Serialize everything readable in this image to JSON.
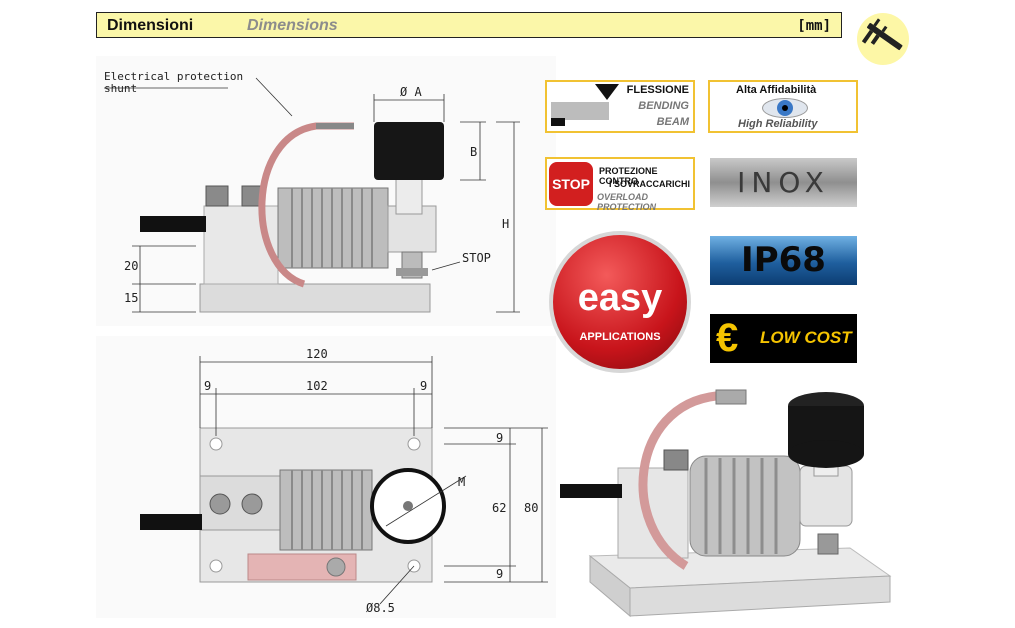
{
  "header": {
    "title_it": "Dimensioni",
    "title_en": "Dimensions",
    "unit": "[mm]"
  },
  "icons": {
    "caliper": "caliper-icon",
    "stop_sign": "stop-sign-icon",
    "eye": "eye-icon",
    "euro": "euro-icon"
  },
  "side_view": {
    "shunt_label_1": "Electrical protection",
    "shunt_label_2": "shunt",
    "dim_a": "Ø A",
    "dim_b": "B",
    "dim_h": "H",
    "dim_20": "20",
    "dim_15": "15",
    "stop": "STOP"
  },
  "top_view": {
    "dim_120": "120",
    "dim_102": "102",
    "dim_9_left": "9",
    "dim_9_right": "9",
    "dim_9_top": "9",
    "dim_62": "62",
    "dim_80": "80",
    "dim_9_bottom": "9",
    "dim_m": "M",
    "dim_hole": "Ø8.5"
  },
  "badges": {
    "bending_1": "FLESSIONE",
    "bending_2": "BENDING",
    "bending_3": "BEAM",
    "reliability_1": "Alta Affidabilità",
    "reliability_2": "High Reliability",
    "overload_1": "PROTEZIONE CONTRO",
    "overload_2": "I SOVRACCARICHI",
    "overload_3": "OVERLOAD PROTECTION",
    "stop_sign": "STOP",
    "inox": "INOX",
    "ip": "IP68",
    "easy_1": "easy",
    "easy_2": "APPLICATIONS",
    "lowcost": "LOW COST"
  },
  "colors": {
    "header_bg": "#fbf7a9",
    "badge_border": "#f1c232",
    "easy_red": "#d7171f",
    "ip_blue": "#1f5f9e",
    "lowcost_yellow": "#f5c400"
  }
}
